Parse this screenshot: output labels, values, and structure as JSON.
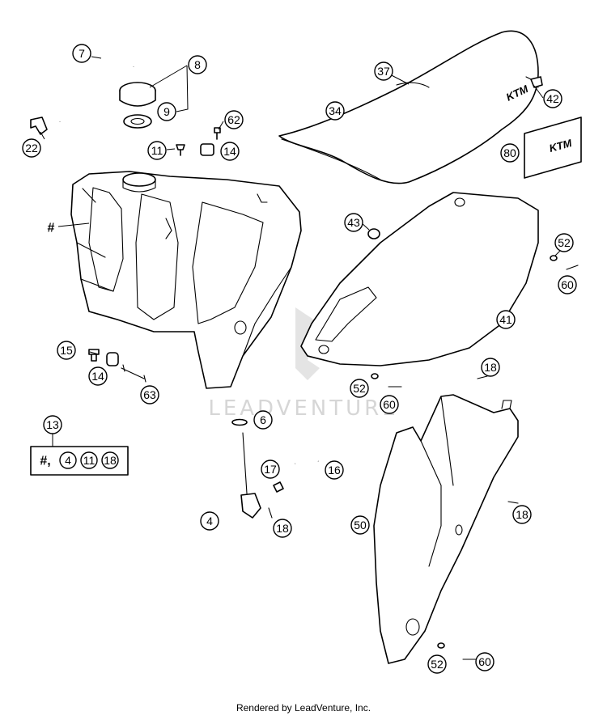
{
  "callouts": {
    "c7": "7",
    "c8": "8",
    "c9": "9",
    "c22": "22",
    "c62": "62",
    "c11": "11",
    "c14a": "14",
    "c37": "37",
    "c34": "34",
    "c42": "42",
    "c80": "80",
    "c43": "43",
    "c52a": "52",
    "c60a": "60",
    "c41": "41",
    "c15": "15",
    "c14b": "14",
    "c63": "63",
    "c18a": "18",
    "c52b": "52",
    "c60b": "60",
    "c13": "13",
    "c6": "6",
    "c17": "17",
    "c16": "16",
    "c4": "4",
    "c18b": "18",
    "c18c": "18",
    "c50": "50",
    "c52c": "52",
    "c60c": "60"
  },
  "tank_marker": "#",
  "kit_box": {
    "prefix": "#,",
    "items": [
      "4",
      "11",
      "18"
    ]
  },
  "brand_mark": "KTM",
  "watermark": "LEADVENTURE",
  "footer": "Rendered by LeadVenture, Inc."
}
